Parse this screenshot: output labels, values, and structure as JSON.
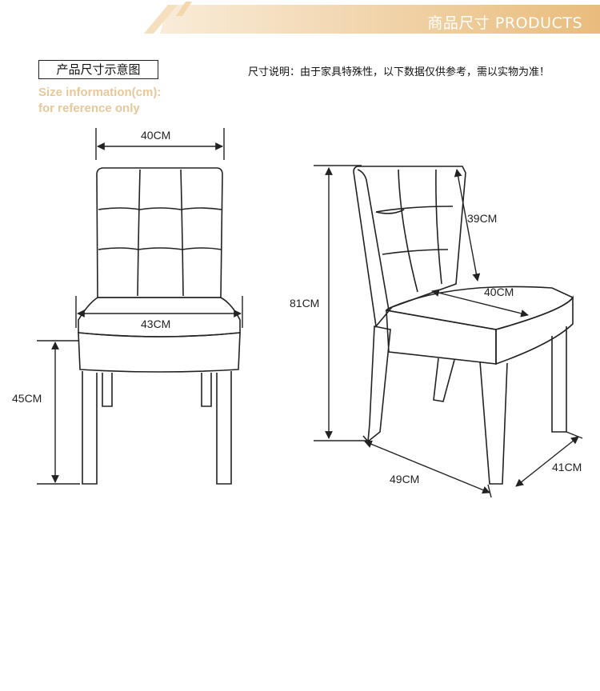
{
  "header": {
    "title": "商品尺寸 PRODUCTS",
    "gradient_from": "#f9ecd9",
    "gradient_to": "#e9bc7c"
  },
  "diagram_label": "产品尺寸示意图",
  "size_info": {
    "line1": "Size information(cm):",
    "line2": "for reference only",
    "color": "#e8c79a"
  },
  "note": "尺寸说明：由于家具特殊性，以下数据仅供参考，需以实物为准！",
  "dimensions": {
    "front_top_width": "40CM",
    "front_seat_width": "43CM",
    "front_seat_height": "45CM",
    "side_total_height": "81CM",
    "side_back_height": "39CM",
    "side_seat_width": "40CM",
    "side_depth": "49CM",
    "side_width": "41CM"
  }
}
